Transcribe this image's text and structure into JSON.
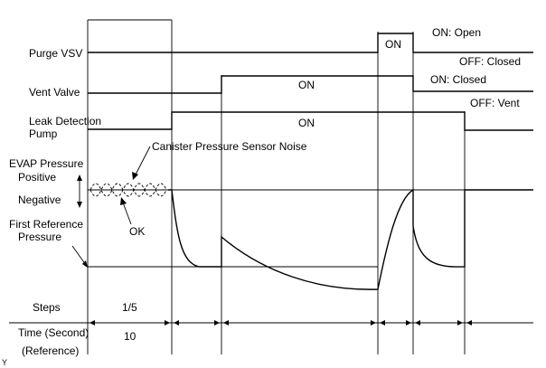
{
  "signals": {
    "purge_vsv": "Purge VSV",
    "vent_valve": "Vent Valve",
    "leak_pump_1": "Leak Detection",
    "leak_pump_2": "Pump",
    "evap_1": "EVAP Pressure",
    "evap_2": "Positive",
    "negative": "Negative",
    "ref_1": "First Reference",
    "ref_2": "Pressure"
  },
  "states": {
    "on": "ON",
    "on_open": "ON: Open",
    "off_closed": "OFF: Closed",
    "on_closed": "ON: Closed",
    "off_vent": "OFF: Vent"
  },
  "annotations": {
    "noise": "Canister Pressure Sensor Noise",
    "ok": "OK"
  },
  "table": {
    "steps_label": "Steps",
    "steps_value": "1/5",
    "time_label": "Time (Second)",
    "time_value": "10",
    "reference_label": "(Reference)"
  },
  "corner_mark": "Y"
}
